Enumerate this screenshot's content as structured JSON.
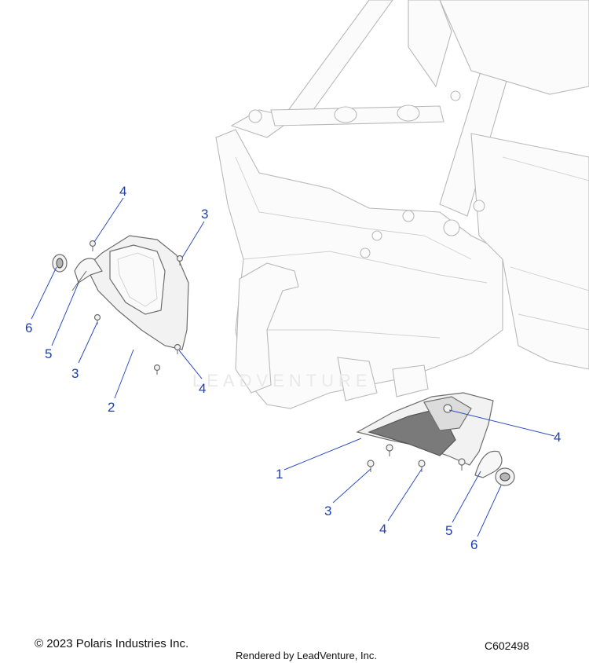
{
  "watermark": "LEADVENTURE",
  "callouts": [
    {
      "id": "c-4-top-left",
      "label": "4"
    },
    {
      "id": "c-3-top",
      "label": "3"
    },
    {
      "id": "c-6-left",
      "label": "6"
    },
    {
      "id": "c-5-left",
      "label": "5"
    },
    {
      "id": "c-3-left",
      "label": "3"
    },
    {
      "id": "c-2",
      "label": "2"
    },
    {
      "id": "c-4-mid",
      "label": "4"
    },
    {
      "id": "c-4-right",
      "label": "4"
    },
    {
      "id": "c-1",
      "label": "1"
    },
    {
      "id": "c-3-bottom",
      "label": "3"
    },
    {
      "id": "c-4-bottom",
      "label": "4"
    },
    {
      "id": "c-5-right",
      "label": "5"
    },
    {
      "id": "c-6-right",
      "label": "6"
    }
  ],
  "footer": {
    "copyright": "© 2023 Polaris Industries Inc.",
    "rendered_by": "Rendered by LeadVenture, Inc.",
    "diagram_code": "C602498"
  },
  "colors": {
    "callout": "#1f3fae",
    "frame": "#b9b9b9",
    "part": "#6e6e6e"
  }
}
